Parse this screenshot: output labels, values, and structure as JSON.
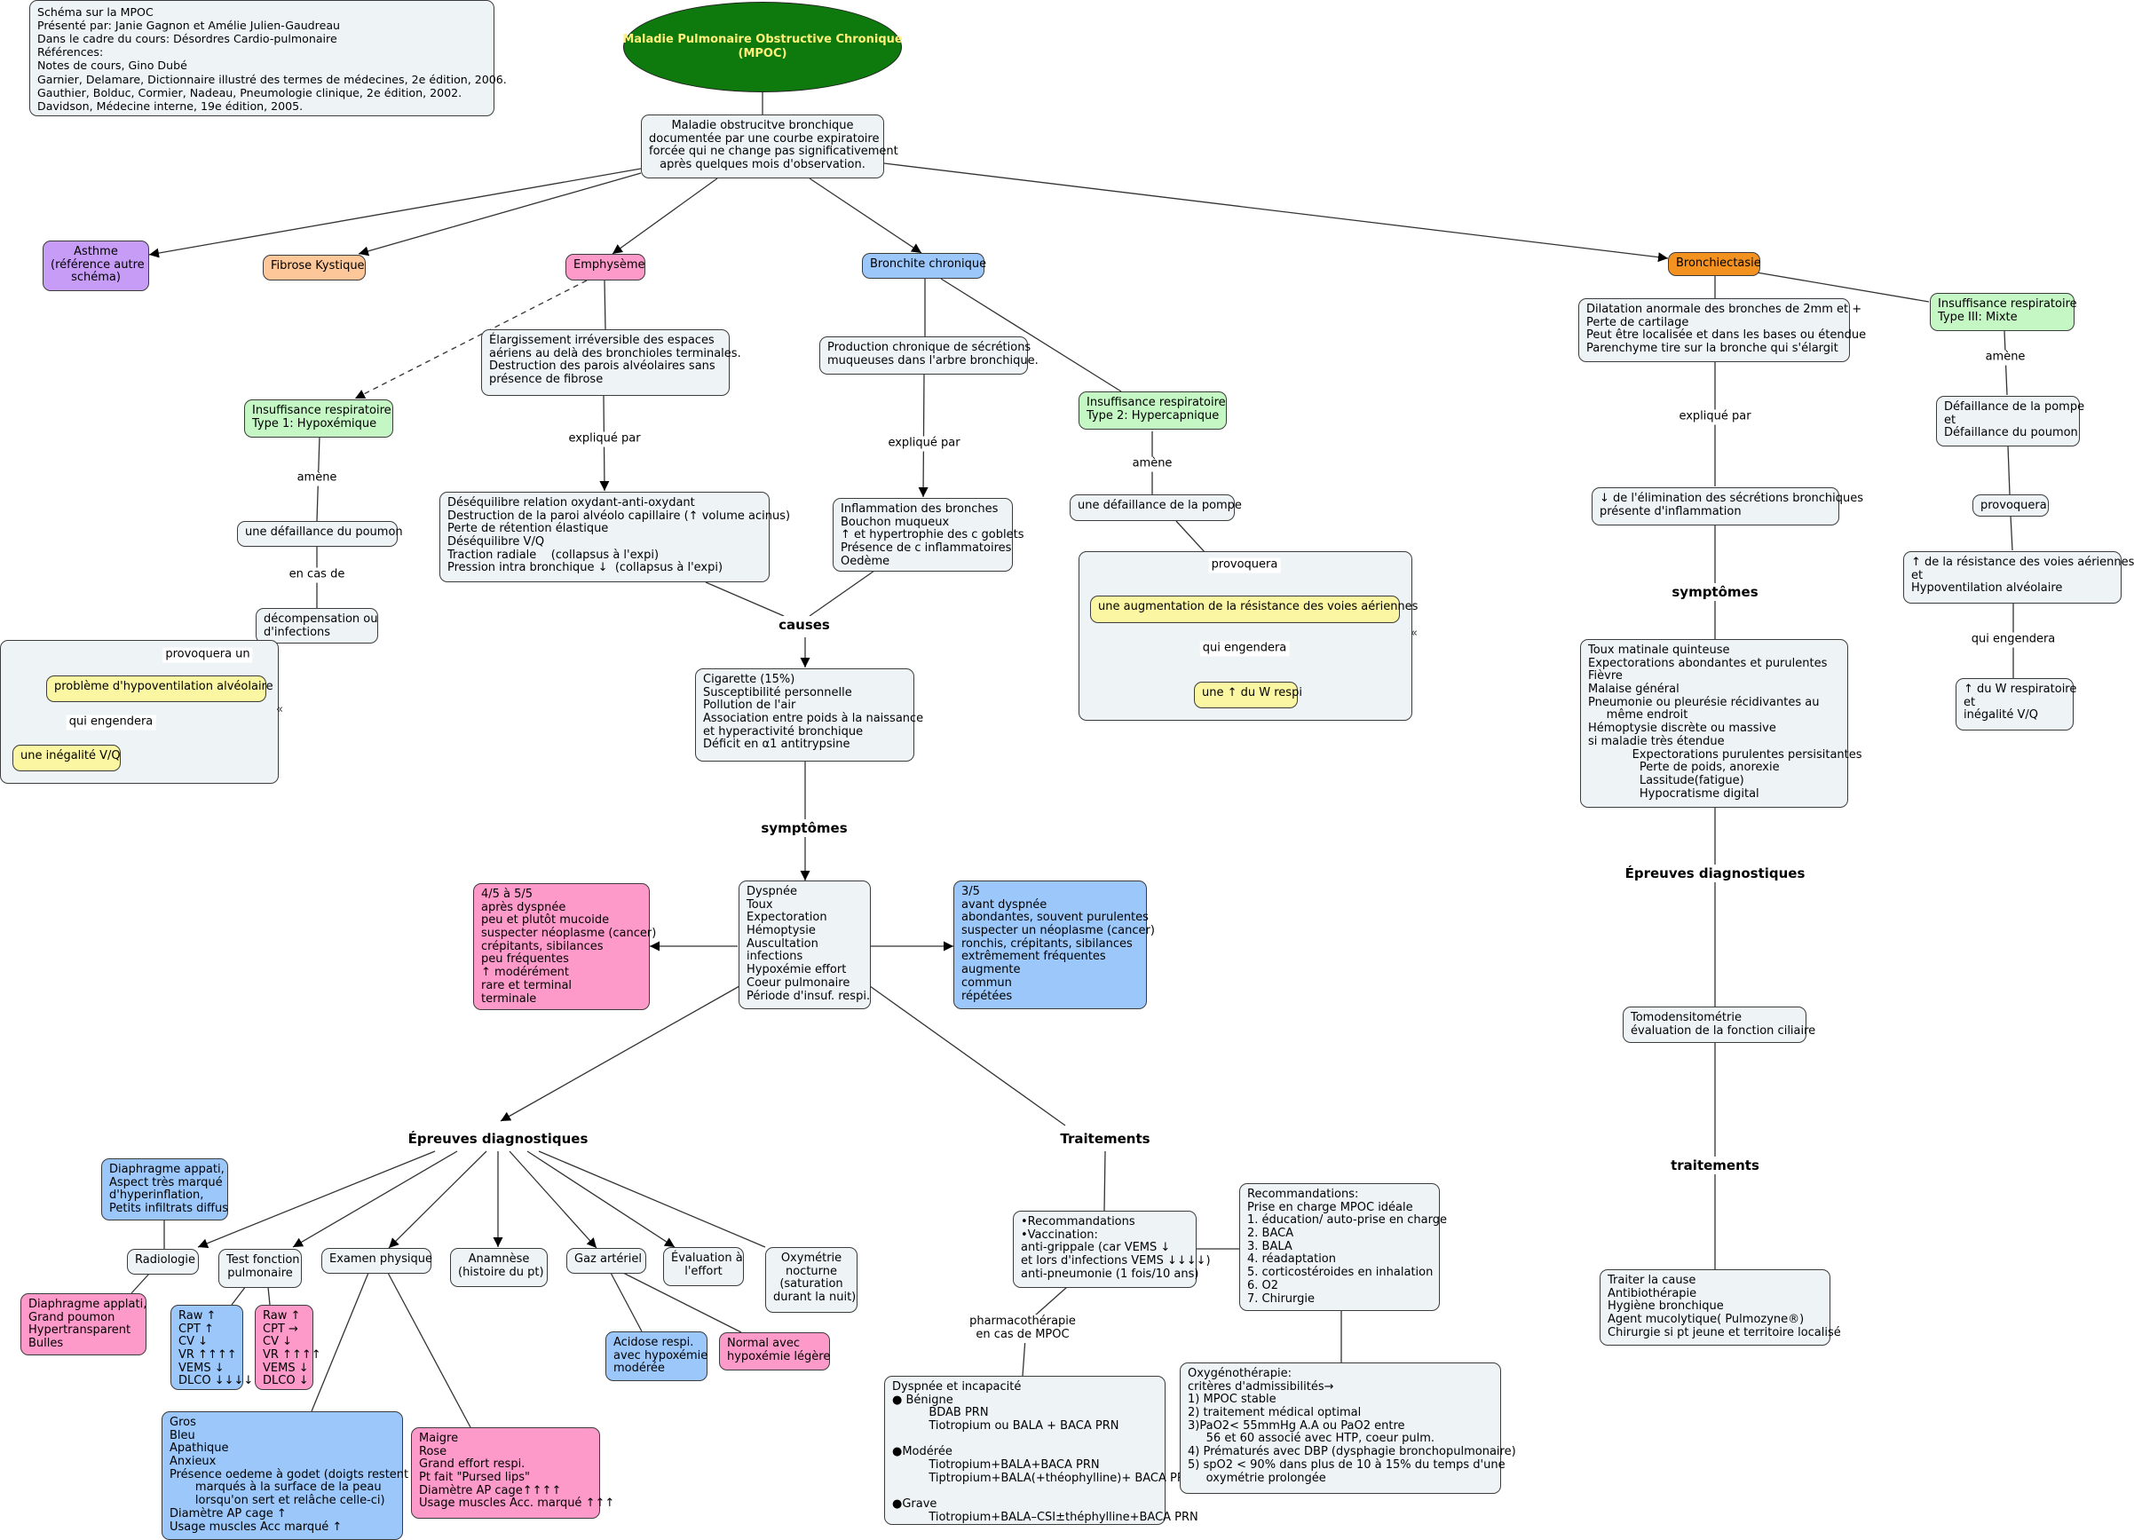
{
  "references": "Schéma sur la MPOC\nPrésenté par: Janie Gagnon et Amélie Julien-Gaudreau\nDans le cadre du cours: Désordres Cardio-pulmonaire\nRéférences:\nNotes de cours, Gino Dubé\nGarnier, Delamare, Dictionnaire illustré des termes de médecines, 2e édition, 2006.\nGauthier, Bolduc, Cormier, Nadeau, Pneumologie clinique, 2e édition, 2002.\nDavidson, Médecine interne, 19e édition, 2005.",
  "title": "Maladie Pulmonaire Obstructive Chronique\n(MPOC)",
  "definition": "Maladie obstrucitve bronchique\ndocumentée par une courbe expiratoire\nforcée qui ne change pas significativement\naprès quelques mois d'observation.",
  "nodes": {
    "asthme": "Asthme\n(référence autre\nschéma)",
    "fibrose": "Fibrose Kystique",
    "emphyseme": "Emphysème",
    "bronchite": "Bronchite chronique",
    "bronchiectasie": "Bronchiectasie",
    "emph_def": "Élargissement irréversible des espaces\naériens au delà des bronchioles terminales.\nDestruction des parois alvéolaires sans\nprésence de fibrose",
    "ir1": "Insuffisance respiratoire\nType 1: Hypoxémique",
    "ir1_pump": "une défaillance du poumon",
    "ir1_decomp": "décompensation ou\nd'infections",
    "ir1_hypo": "problème d'hypoventilation alvéolaire",
    "ir1_vq": "une inégalité V/Q",
    "emph_mech": "Déséquilibre relation oxydant-anti-oxydant\nDestruction de la paroi alvéolo capillaire (↑ volume acinus)\nPerte de rétention élastique\nDéséquilibre V/Q\nTraction radiale    (collapsus à l'expi)\nPression intra bronchique ↓  (collapsus à l'expi)",
    "bron_def": "Production chronique de sécrétions\nmuqueuses dans l'arbre bronchique.",
    "bron_mech": "Inflammation des bronches\nBouchon muqueux\n↑ et hypertrophie des c goblets\nPrésence de c inflammatoires\nOedème",
    "ir2": "Insuffisance respiratoire\nType 2: Hypercapnique",
    "ir2_pump": "une défaillance de la pompe",
    "ir2_res": "une augmentation de la résistance des voies aériennes",
    "ir2_w": "une ↑ du W respi",
    "causes_list": "Cigarette (15%)\nSusceptibilité personnelle\nPollution de l'air\nAssociation entre poids à la naissance\net hyperactivité bronchique\nDéficit en α1 antitrypsine",
    "symptoms_list": "Dyspnée\nToux\nExpectoration\nHémoptysie\nAuscultation\ninfections\nHypoxémie effort\nCoeur pulmonaire\nPériode d'insuf. respi.",
    "emph_sympt": "4/5 à 5/5\naprès dyspnée\npeu et plutôt mucoide\nsuspecter néoplasme (cancer)\ncrépitants, sibilances\npeu fréquentes\n↑ modérément\nrare et terminal\nterminale",
    "bron_sympt": "3/5\navant dyspnée\nabondantes, souvent purulentes\nsuspecter un néoplasme (cancer)\nronchis, crépitants, sibilances\nextrêmement fréquentes\naugmente\ncommun\nrépétées",
    "bx_def": "Dilatation anormale des bronches de 2mm et +\nPerte de cartilage\nPeut être localisée et dans les bases ou étendue\nParenchyme tire sur la bronche qui s'élargit",
    "ir3": "Insuffisance respiratoire\nType III: Mixte",
    "ir3_fail": "Défaillance de la pompe\net\nDéfaillance du poumon",
    "ir3_prov": "provoquera",
    "ir3_res": "↑ de la résistance des voies aériennes\net\nHypoventilation alvéolaire",
    "ir3_w": "↑ du W respiratoire\net\ninégalité V/Q",
    "bx_elim": "↓ de l'élimination des sécrétions bronchiques\nprésente d'inflammation",
    "bx_sympt": "Toux matinale quinteuse\nExpectorations abondantes et purulentes\nFièvre\nMalaise général\nPneumonie ou pleurésie récidivantes au\n     même endroit\nHémoptysie discrète ou massive\nsi maladie très étendue\n            Expectorations purulentes persisitantes\n              Perte de poids, anorexie\n              Lassitude(fatigue)\n              Hypocratisme digital",
    "bx_diag": "Tomodensitométrie\névaluation de la fonction ciliaire",
    "bx_treat": "Traiter la cause\nAntibiothérapie\nHygiène bronchique\nAgent mucolytique( Pulmozyne®)\nChirurgie si pt jeune et territoire localisé",
    "radio_b": "Diaphragme appati,\nAspect très marqué\nd'hyperinflation,\nPetits infiltrats diffus",
    "radiologie": "Radiologie",
    "radio_p": "Diaphragme applati,\nGrand poumon\nHypertransparent\nBulles",
    "tfp": "Test fonction\npulmonaire",
    "tfp_b": "Raw ↑\nCPT ↑\nCV ↓\nVR ↑↑↑↑\nVEMS ↓\nDLCO ↓↓↓↓",
    "tfp_p": "Raw ↑\nCPT →\nCV ↓\nVR ↑↑↑↑\nVEMS ↓\nDLCO ↓",
    "examen": "Examen physique",
    "exam_b": "Gros\nBleu\nApathique\nAnxieux\nPrésence oedeme à godet (doigts restent\n       marqués à la surface de la peau\n       lorsqu'on sert et relâche celle-ci)\nDiamètre AP cage ↑\nUsage muscles Acc marqué ↑",
    "exam_p": "Maigre\nRose\nGrand effort respi.\nPt fait \"Pursed lips\"\nDiamètre AP cage↑↑↑↑\nUsage muscles Acc. marqué ↑↑↑",
    "anamnese": "Anamnèse\n(histoire du pt)",
    "gaz": "Gaz artériel",
    "gaz_b": "Acidose respi.\navec hypoxémie\nmodérée",
    "gaz_p": "Normal avec\nhypoxémie légère",
    "effort": "Évaluation à\nl'effort",
    "oxy": "Oxymétrie\nnocturne\n(saturation\ndurant la nuit)",
    "reco": "•Recommandations\n•Vaccination:\nanti-grippale (car VEMS ↓\net lors d'infections VEMS ↓↓↓↓)\nanti-pneumonie (1 fois/10 ans)",
    "reco2": "Recommandations:\nPrise en charge MPOC idéale\n1. éducation/ auto-prise en charge\n2. BACA\n3. BALA\n4. réadaptation\n5. corticostéroides en inhalation\n6. O2\n7. Chirurgie",
    "pharma": "Dyspnée et incapacité\n● Bénigne\n          BDAB PRN\n          Tiotropium ou BALA + BACA PRN\n\n●Modérée\n          Tiotropium+BALA+BACA PRN\n          Tiptropium+BALA(+théophylline)+ BACA PRN\n\n●Grave\n          Tiotropium+BALA–CSI±théphylline+BACA PRN",
    "oxygen": "Oxygénothérapie:\ncritères d'admissibilités→\n1) MPOC stable\n2) traitement médical optimal\n3)PaO2< 55mmHg A.A ou PaO2 entre\n     56 et 60 associé avec HTP, coeur pulm.\n4) Prématurés avec DBP (dysphagie bronchopulmonaire)\n5) spO2 < 90% dans plus de 10 à 15% du temps d'une\n     oxymétrie prolongée"
  },
  "labels": {
    "explique_par_1": "expliqué par",
    "explique_par_2": "expliqué par",
    "explique_par_3": "expliqué par",
    "amene_1": "amène",
    "amene_2": "amène",
    "amene_3": "amène",
    "en_cas_de": "en cas de",
    "provoquera_un": "provoquera un",
    "qui_engendera_1": "qui engendera",
    "provoquera_2": "provoquera",
    "qui_engendera_2": "qui engendera",
    "qui_engendera_3": "qui engendera",
    "pharmacotherapie": "pharmacothérapie\nen cas de MPOC"
  },
  "headings": {
    "causes": "causes",
    "symptomes": "symptômes",
    "epreuves": "Épreuves diagnostiques",
    "traitements": "Traitements",
    "bx_symptomes": "symptômes",
    "bx_epreuves": "Épreuves diagnostiques",
    "bx_traitements": "traitements"
  },
  "icons": {
    "collapse": "collapse-icon"
  }
}
